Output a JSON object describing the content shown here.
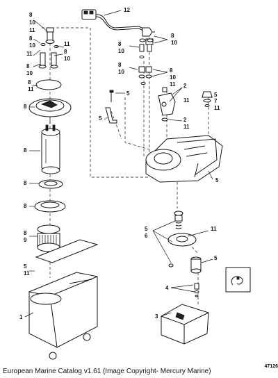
{
  "caption": "European Marine Catalog v1.61 (Image Copyright- Mercury Marine)",
  "figure_id": "47126",
  "callouts": [
    "8",
    "10",
    "11",
    "12",
    "8",
    "10",
    "11",
    "8",
    "10",
    "8",
    "10",
    "11",
    "8",
    "10",
    "8",
    "10",
    "8",
    "11",
    "5",
    "2",
    "11",
    "5",
    "7",
    "11",
    "2",
    "11",
    "5",
    "8",
    "8",
    "8",
    "5",
    "8",
    "9",
    "5",
    "6",
    "11",
    "5",
    "5",
    "11",
    "4",
    "3",
    "1"
  ]
}
